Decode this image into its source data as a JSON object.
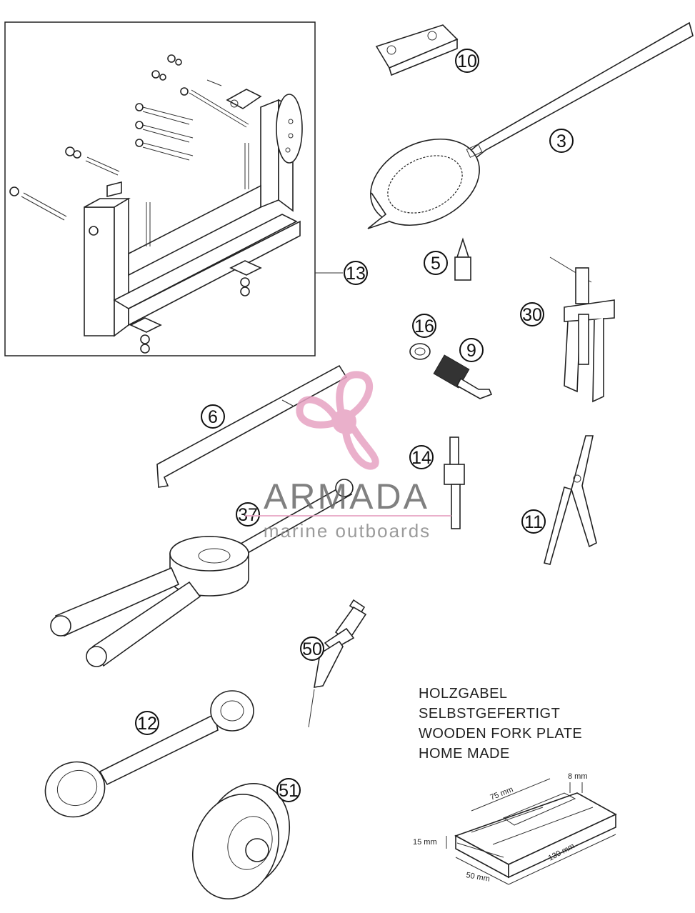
{
  "callouts": {
    "c10": "10",
    "c3": "3",
    "c13": "13",
    "c5": "5",
    "c30": "30",
    "c16": "16",
    "c9": "9",
    "c6": "6",
    "c14": "14",
    "c37": "37",
    "c11": "11",
    "c50": "50",
    "c12": "12",
    "c51": "51"
  },
  "note": {
    "line1": "HOLZGABEL",
    "line2": "SELBSTGEFERTIGT",
    "line3": "WOODEN FORK PLATE",
    "line4": "HOME MADE"
  },
  "dimensions": {
    "slot": "8 mm",
    "length_top": "75 mm",
    "thickness": "15 mm",
    "width": "50 mm",
    "length": "130 mm"
  },
  "watermark": {
    "brand": "ARMADA",
    "tagline": "marine outboards"
  },
  "colors": {
    "line": "#222222",
    "watermark_pink": "#e7a3c3",
    "watermark_gray": "#6b6b6b"
  }
}
